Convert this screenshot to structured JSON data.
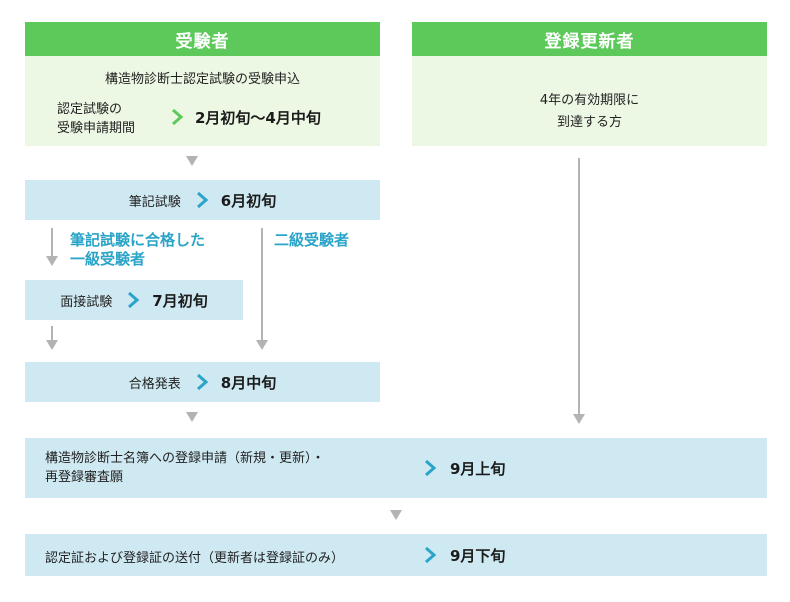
{
  "headers": {
    "examinee": "受験者",
    "renewal": "登録更新者"
  },
  "application": {
    "title": "構造物診断士認定試験の受験申込",
    "period_label_line1": "認定試験の",
    "period_label_line2": "受験申請期間",
    "period_value": "2月初旬〜4月中旬"
  },
  "renewal_box": {
    "line1": "4年の有効期限に",
    "line2": "到達する方"
  },
  "written_exam": {
    "label": "筆記試験",
    "value": "6月初旬"
  },
  "notes": {
    "passed_line1": "筆記試験に合格した",
    "passed_line2": "一級受験者",
    "grade2": "二級受験者"
  },
  "interview": {
    "label": "面接試験",
    "value": "7月初旬"
  },
  "results": {
    "label": "合格発表",
    "value": "8月中旬"
  },
  "registration": {
    "line1": "構造物診断士名簿への登録申請（新規・更新）・",
    "line2": "再登録審査願",
    "value": "9月上旬"
  },
  "certificate": {
    "label": "認定証および登録証の送付（更新者は登録証のみ）",
    "value": "9月下旬"
  },
  "colors": {
    "header_green": "#5cc95a",
    "green_box": "#ecf7e4",
    "blue_box": "#cfe9f2",
    "green_chevron": "#5cc95a",
    "blue_chevron": "#2aa4c8",
    "accent_text": "#2aa4c8",
    "arrow_gray": "#b3b3b3"
  }
}
